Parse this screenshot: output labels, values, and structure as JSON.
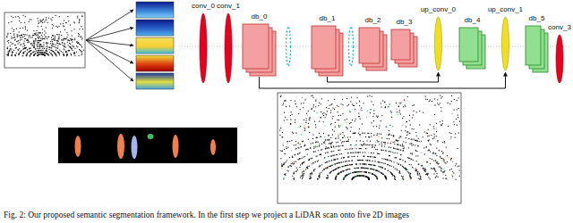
{
  "diagram": {
    "caption": "Fig. 2: Our proposed semantic segmentation framework. In the first step we project a LiDAR scan onto five 2D images",
    "nodes": [
      {
        "text": [
          "conv_0"
        ]
      },
      {
        "text": [
          "conv_1"
        ]
      },
      {
        "text": [
          "db_0"
        ]
      },
      {
        "text": [
          "db_1"
        ]
      },
      {
        "text": [
          "db_2"
        ]
      },
      {
        "text": [
          "db_3"
        ]
      },
      {
        "text": [
          "up_conv_0"
        ]
      },
      {
        "text": [
          "db_4"
        ]
      },
      {
        "text": [
          "up_conv_1"
        ]
      },
      {
        "text": [
          "db_5"
        ]
      },
      {
        "text": [
          "conv_3"
        ]
      }
    ],
    "edges": [
      {
        "from": 2,
        "to": 8,
        "arrow": "to"
      },
      {
        "from": 3,
        "to": 6,
        "arrow": "to"
      }
    ]
  }
}
